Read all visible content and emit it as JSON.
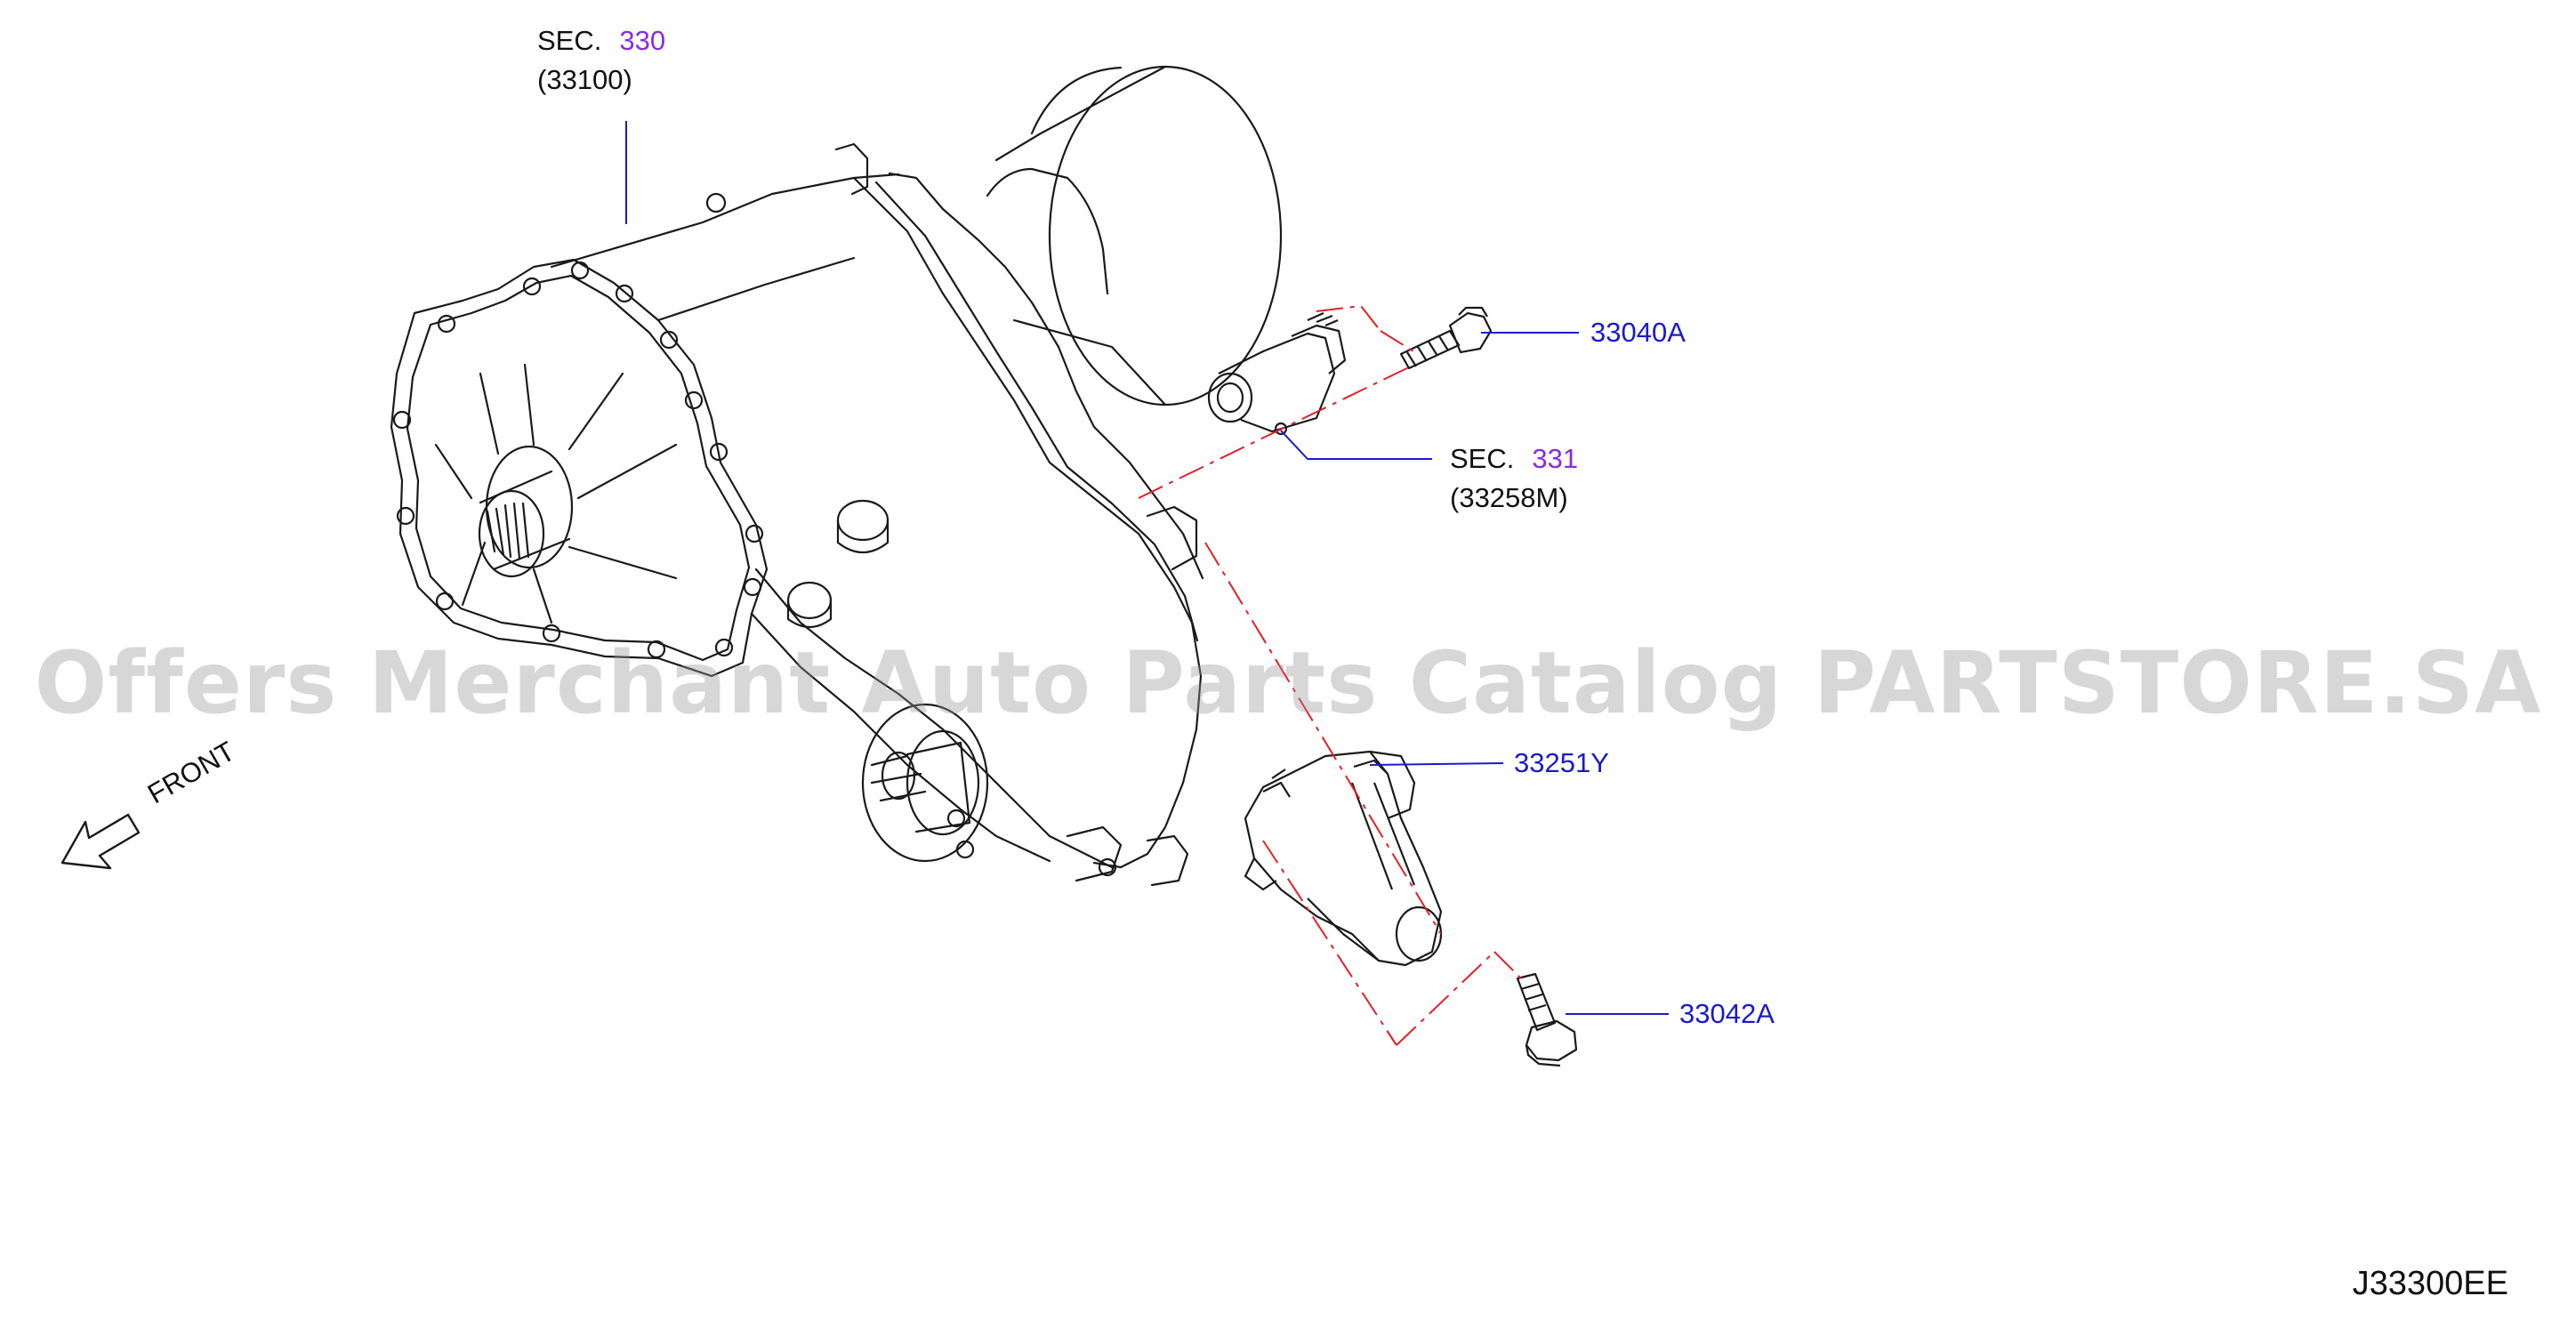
{
  "labels": {
    "sec330": {
      "sec": "SEC.",
      "num": "330",
      "sub": "(33100)"
    },
    "sec331": {
      "sec": "SEC.",
      "num": "331",
      "sub": "(33258M)"
    },
    "part_33040A": "33040A",
    "part_33251Y": "33251Y",
    "part_33042A": "33042A"
  },
  "front_label": "FRONT",
  "watermark": "Offers Merchant Auto Parts Catalog PARTSTORE.SA",
  "diagram_code": "J33300EE",
  "colors": {
    "line": "#1a1a1a",
    "leader": "#1a1acc",
    "dash": "#e0202a",
    "part_number": "#1a1acc",
    "section_number": "#8a2be2"
  }
}
